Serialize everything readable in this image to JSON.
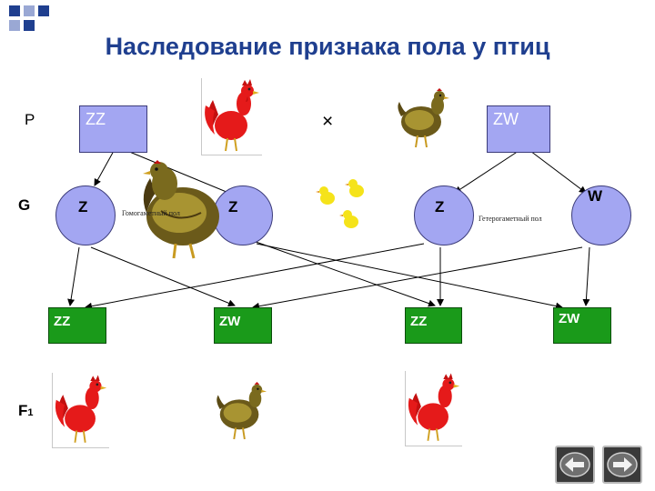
{
  "title": "Наследование признака пола у птиц",
  "generations": {
    "p": "P",
    "g": "G",
    "f1_main": "F",
    "f1_sub": "1"
  },
  "cross_symbol": "×",
  "parents": {
    "male": "ZZ",
    "female": "ZW"
  },
  "gametes": [
    "Z",
    "Z",
    "Z",
    "W"
  ],
  "notes": {
    "homogametic": "Гомогаметный пол",
    "heterogametic": "Гетерогаметный пол"
  },
  "offspring": [
    "ZZ",
    "ZW",
    "ZZ",
    "ZW"
  ],
  "colors": {
    "title": "#1f3f8f",
    "parent_box": "#a3a6f2",
    "offspring_box": "#1a9a1a",
    "rooster_body": "#e51a1a",
    "hen_body": "#7a6a1e",
    "chick": "#f5e31a"
  },
  "icons": [
    "rooster-icon",
    "hen-icon",
    "chick-icon",
    "back-arrow-icon",
    "forward-arrow-icon"
  ]
}
